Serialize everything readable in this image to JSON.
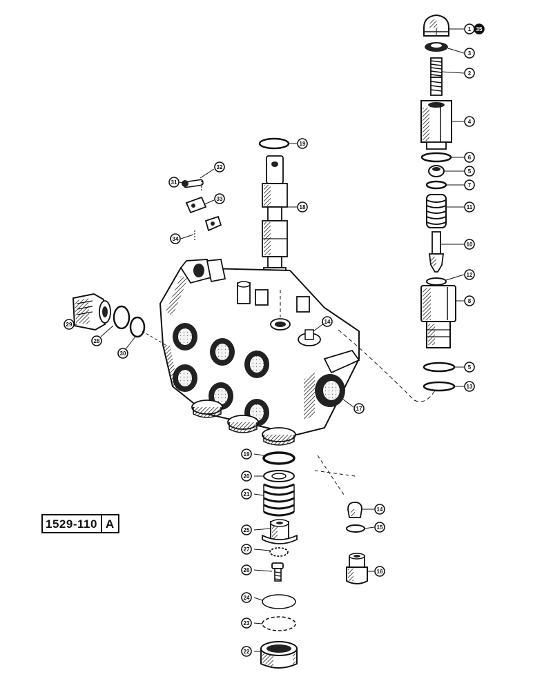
{
  "figure": {
    "reference_number": "1529-110",
    "reference_suffix": "A"
  },
  "callouts": [
    "35",
    "1",
    "3",
    "2",
    "4",
    "6",
    "5",
    "7",
    "11",
    "10",
    "12",
    "8",
    "5",
    "13",
    "19",
    "18",
    "32",
    "31",
    "33",
    "34",
    "14",
    "17",
    "29",
    "28",
    "30",
    "19",
    "20",
    "21",
    "14",
    "15",
    "25",
    "27",
    "26",
    "16",
    "24",
    "23",
    "22"
  ]
}
